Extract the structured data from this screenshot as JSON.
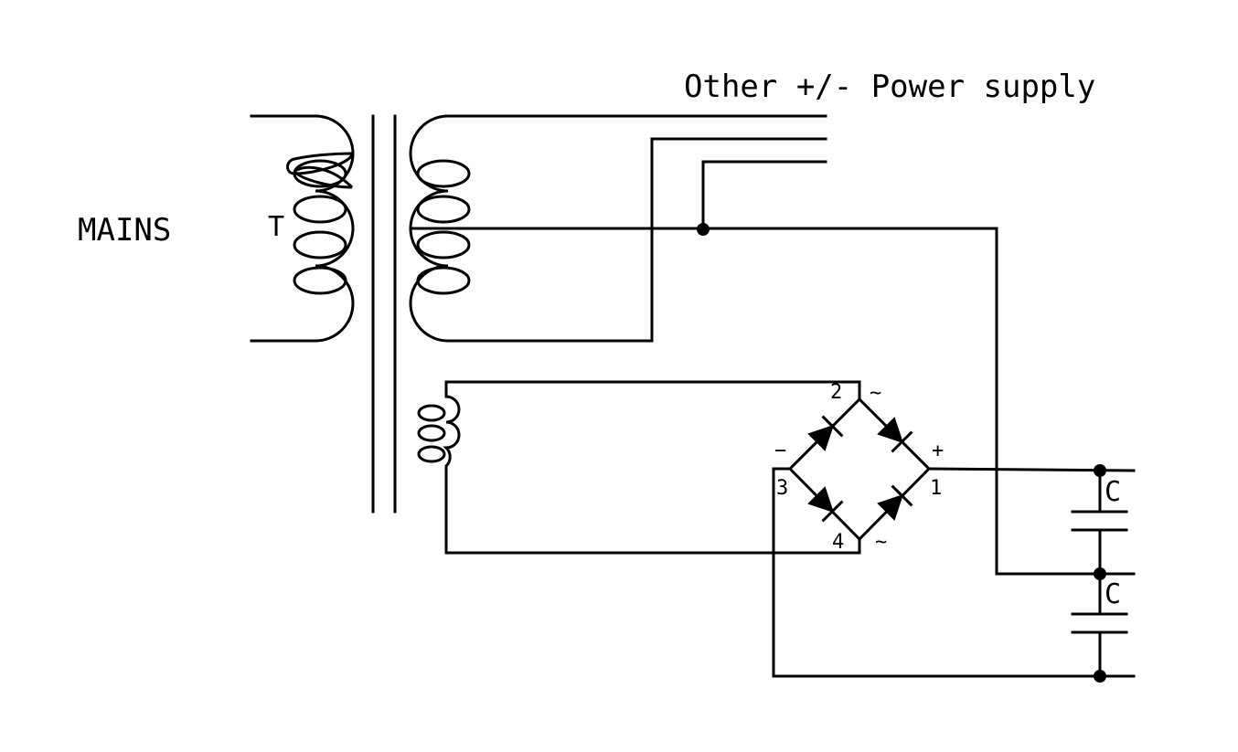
{
  "labels": {
    "title": "Other +/- Power supply",
    "mains": "MAINS",
    "transformer": "T",
    "cap_top": "C",
    "cap_bottom": "C",
    "pin_1": "1",
    "pin_2": "2",
    "pin_3": "3",
    "pin_4": "4",
    "sign_plus": "+",
    "sign_minus": "−",
    "ac_top": "~",
    "ac_bottom": "~"
  },
  "colors": {
    "stroke": "#000000",
    "background": "#ffffff"
  }
}
